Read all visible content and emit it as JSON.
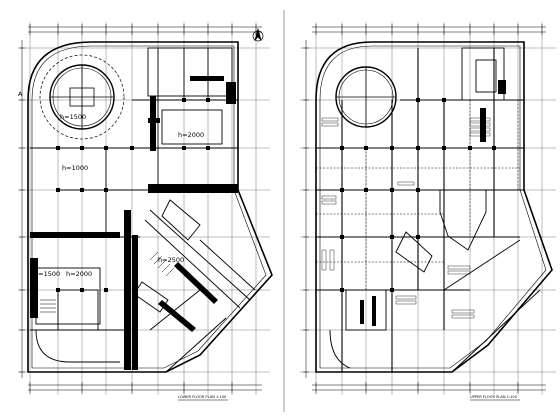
{
  "left_plan": {
    "annotations": {
      "dim_1500_top": "h=1500",
      "dim_1000": "h=1000",
      "dim_2000_mid": "h=2000",
      "dim_2500": "h=2500",
      "dim_1500_left": "h=1500",
      "dim_2000_left": "h=2000",
      "grid_mark": "A"
    },
    "caption": "LOWER FLOOR PLAN 1:100"
  },
  "right_plan": {
    "caption": "UPPER FLOOR PLAN 1:100"
  }
}
